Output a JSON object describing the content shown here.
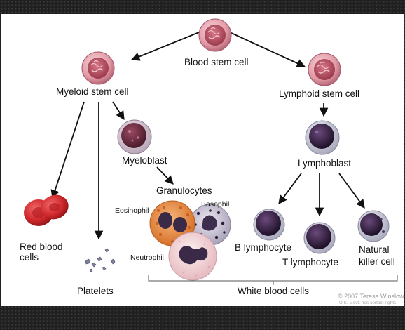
{
  "labels": {
    "blood_stem_cell": "Blood stem cell",
    "myeloid_stem_cell": "Myeloid stem cell",
    "lymphoid_stem_cell": "Lymphoid stem cell",
    "myeloblast": "Myeloblast",
    "lymphoblast": "Lymphoblast",
    "granulocytes": "Granulocytes",
    "eosinophil": "Eosinophil",
    "basophil": "Basophil",
    "neutrophil": "Neutrophil",
    "red_blood_cells_line1": "Red blood",
    "red_blood_cells_line2": "cells",
    "platelets": "Platelets",
    "b_lymphocyte": "B lymphocyte",
    "t_lymphocyte": "T lymphocyte",
    "natural_killer_line1": "Natural",
    "natural_killer_line2": "killer cell",
    "white_blood_cells": "White blood cells"
  },
  "credit": {
    "line1": "© 2007 Terese Winslow",
    "line2": "U.S. Govt. has certain rights"
  },
  "colors": {
    "stem_cell_fill": "#e8a9b2",
    "stem_cell_nucleus": "#b8505f",
    "myeloblast_nucleus": "#6e2a3e",
    "lympho_nucleus": "#2e1a3a",
    "rbc": "#d02a2e",
    "eosinophil": "#e58a3a",
    "basophil": "#c7c1d4",
    "neutrophil": "#f3d3d3",
    "arrow": "#111111"
  }
}
